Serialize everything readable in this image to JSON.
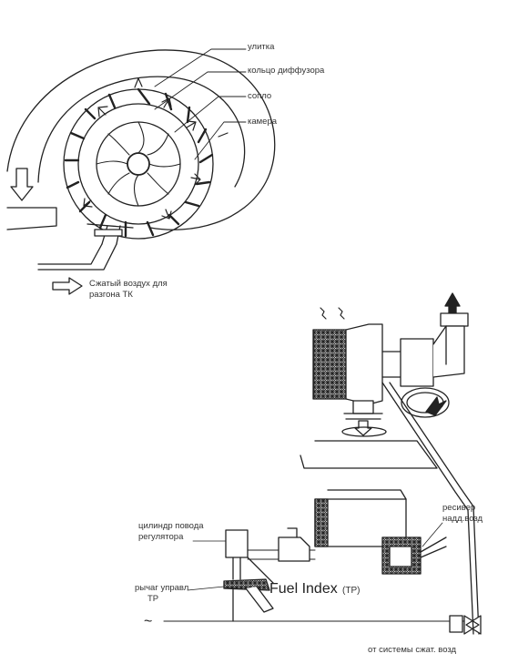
{
  "top_diagram": {
    "labels": {
      "volute": "улитка",
      "diffuser_ring": "кольцо диффузора",
      "nozzle": "сопло",
      "chamber": "камера",
      "compressed_air_line1": "Сжатый воздух для",
      "compressed_air_line2": "разгона ТК"
    }
  },
  "bottom_diagram": {
    "labels": {
      "cylinder_line1": "цилиндр повода",
      "cylinder_line2": "регулятора",
      "lever_line1": "рычаг управл",
      "lever_line2": "ТР",
      "fuel_index": "Fuel Index",
      "fuel_index_suffix": "(ТР)",
      "receiver_line1": "ресивер",
      "receiver_line2": "надд.возд",
      "air_system": "от системы сжат. возд",
      "tilde": "~"
    }
  }
}
